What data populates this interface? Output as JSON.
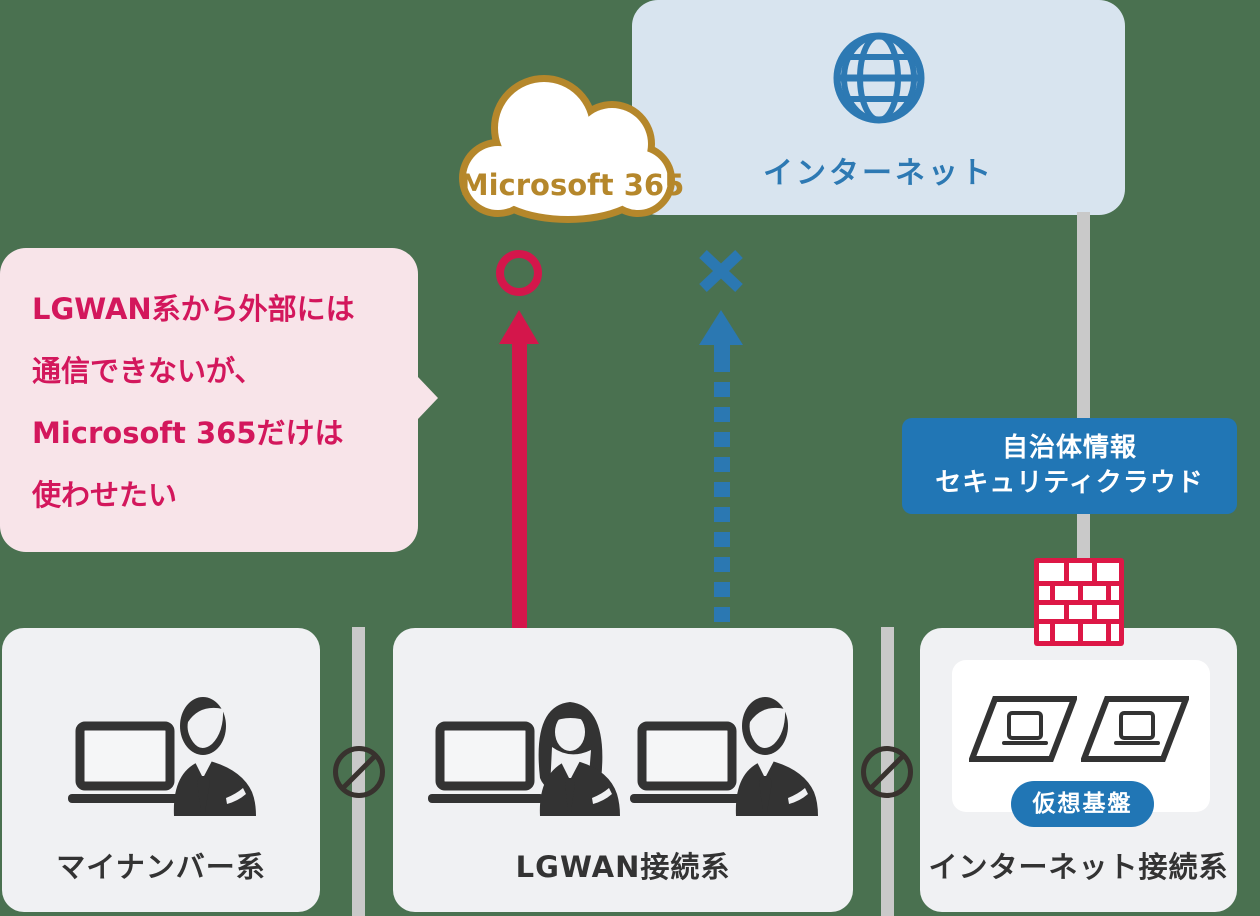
{
  "colors": {
    "background_green": "#4a7150",
    "crimson_arrow": "#d4164b",
    "crimson_text": "#d3175c",
    "firewall_red": "#dd1746",
    "blue_accent": "#2b78b2",
    "blue_solid": "#2176b5",
    "light_blue_panel": "#d8e4ef",
    "pink_bubble": "#f8e4e9",
    "panel_gray": "#f0f1f3",
    "line_gray": "#c9c9c9",
    "icon_dark": "#333333",
    "cloud_gold": "#b5872b"
  },
  "internet_zone": {
    "label": "インターネット"
  },
  "microsoft_cloud": {
    "label": "Microsoft 365"
  },
  "speech_bubble": {
    "lines": [
      "LGWAN系から外部には",
      "通信できないが、",
      "Microsoft 365だけは",
      "使わせたい"
    ]
  },
  "security_cloud": {
    "lines": [
      "自治体情報",
      "セキュリティクラウド"
    ]
  },
  "segments": {
    "mynumber": {
      "label": "マイナンバー系"
    },
    "lgwan": {
      "label": "LGWAN接続系"
    },
    "internet": {
      "label": "インターネット接続系",
      "badge": "仮想基盤"
    }
  },
  "icons": {
    "globe-icon": "internet globe grid",
    "microsoft365-cloud-icon": "gold outlined cloud",
    "allowed-circle-icon": "red ○ (allowed)",
    "blocked-x-icon": "blue × (blocked)",
    "red-arrow": "solid up arrow to Microsoft 365",
    "blue-dashed-arrow": "dashed up arrow to internet",
    "firewall-icon": "red brick wall",
    "no-communication-icon": "prohibition circle with slash",
    "worker-man-icon": "man at laptop silhouette",
    "worker-woman-icon": "woman at laptop silhouette",
    "vm-icon": "virtual machine parallelogram with laptop"
  }
}
